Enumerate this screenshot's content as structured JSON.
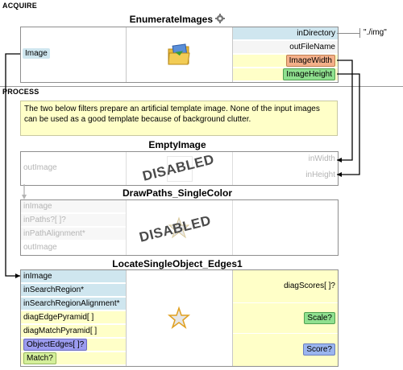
{
  "sections": {
    "acquire": "ACQUIRE",
    "process": "PROCESS"
  },
  "enumerate": {
    "title": "EnumerateImages",
    "gear_icon": "gear-icon",
    "inputs": [
      "inDirectory",
      "outFileName"
    ],
    "outputs_left": [
      "Image"
    ],
    "outputs_right": [
      "ImageWidth",
      "ImageHeight"
    ],
    "directory_value": "\"./img\""
  },
  "note": "The two below filters prepare an artificial template image. None of the input images can be used as a good template because of background clutter.",
  "empty_image": {
    "title": "EmptyImage",
    "left_ports": [
      "outImage"
    ],
    "right_ports": [
      "inWidth",
      "inHeight"
    ],
    "disabled": "DISABLED"
  },
  "draw_paths": {
    "title": "DrawPaths_SingleColor",
    "left_ports": [
      "inImage",
      "inPaths?[ ]?",
      "inPathAlignment*",
      "outImage"
    ],
    "disabled": "DISABLED"
  },
  "locate": {
    "title": "LocateSingleObject_Edges1",
    "left_ports": [
      "inImage",
      "inSearchRegion*",
      "inSearchRegionAlignment*",
      "diagEdgePyramid[ ]",
      "diagMatchPyramid[ ]",
      "ObjectEdges[ ]?",
      "Match?"
    ],
    "right_ports": [
      "diagScores[ ]?",
      "Scale?",
      "Score?"
    ]
  },
  "colors": {
    "port_blue": "#cfe6ef",
    "port_yellow": "#ffffc8",
    "port_orange": "#f4b08a",
    "port_green": "#8fe08f",
    "port_purple": "#9b9bef",
    "port_lightgreen": "#d4ef9a",
    "disabled_port": "#f4f4f4",
    "disabled_text": "#b4b4b4",
    "connector": "#000000"
  }
}
